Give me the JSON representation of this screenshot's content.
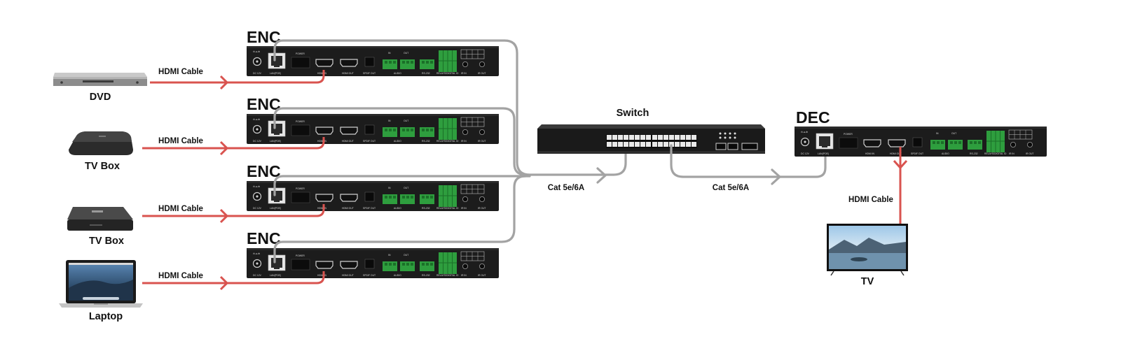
{
  "encoders": [
    {
      "title": "ENC",
      "source_device": "DVD",
      "cable_label": "HDMI Cable",
      "icon": "dvd-player-icon"
    },
    {
      "title": "ENC",
      "source_device": "TV Box",
      "cable_label": "HDMI Cable",
      "icon": "tv-box-icon"
    },
    {
      "title": "ENC",
      "source_device": "TV Box",
      "cable_label": "HDMI Cable",
      "icon": "tv-box-icon"
    },
    {
      "title": "ENC",
      "source_device": "Laptop",
      "cable_label": "HDMI Cable",
      "icon": "laptop-icon"
    }
  ],
  "switch": {
    "title": "Switch",
    "icon": "network-switch-icon"
  },
  "decoder": {
    "title": "DEC"
  },
  "links": {
    "enc_to_switch": "Cat  5e/6A",
    "switch_to_dec": "Cat  5e/6A",
    "dec_to_tv": "HDMI Cable"
  },
  "display": {
    "label": "TV",
    "icon": "tv-icon"
  },
  "panel_port_labels": {
    "dc": "DC 12V",
    "lan": "LAN(POE)",
    "power": "POWER",
    "hdmi_in": "HDMI IN",
    "hdmi_out": "HDMI OUT",
    "spdif": "SPDIF OUT",
    "audio": "AUDIO",
    "audio_in": "IN",
    "audio_out": "OUT",
    "rs232": "RS-232",
    "relay": "RELAYS/DIGITAL IO",
    "ir_in": "IR IN",
    "ir_out": "IR OUT"
  },
  "colors": {
    "hdmi_cable": "#d9534f",
    "cat_cable": "#a3a3a3",
    "device_body": "#1c1c1c",
    "terminal_green": "#2e9e3e"
  }
}
